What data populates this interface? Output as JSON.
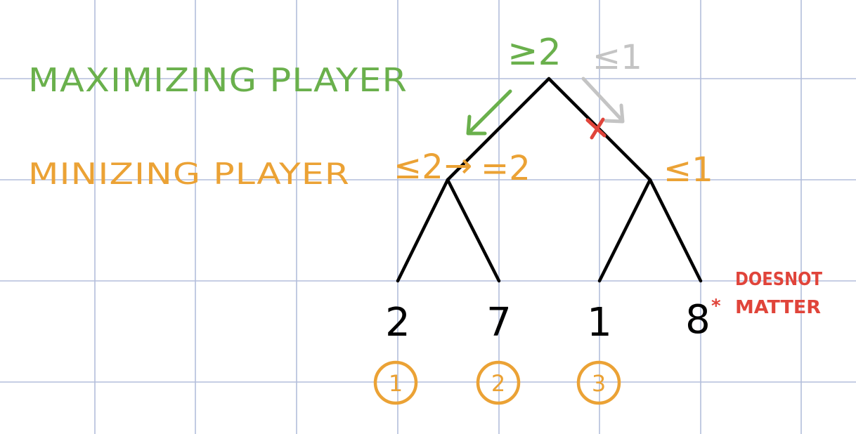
{
  "colors": {
    "grid": "#b3bedb",
    "green": "#6ab04c",
    "orange": "#eba235",
    "gray": "#c4c4c4",
    "red": "#e0443a",
    "black": "#000000"
  },
  "labels": {
    "maximizing": "MAXIMIZING PLAYER",
    "minimizing": "MINIZING PLAYER"
  },
  "root": {
    "value": "≥2",
    "pruned_bound": "≤1"
  },
  "left_min": {
    "value_initial": "≤2",
    "arrow": "→",
    "value_final": "=2"
  },
  "right_min": {
    "value": "≤1"
  },
  "leaves": [
    "2",
    "7",
    "1",
    "8"
  ],
  "order_marks": [
    "1",
    "2",
    "3"
  ],
  "note": {
    "star": "*",
    "line1": "DOESNOT",
    "line2": "MATTER"
  },
  "prune_mark": "×"
}
